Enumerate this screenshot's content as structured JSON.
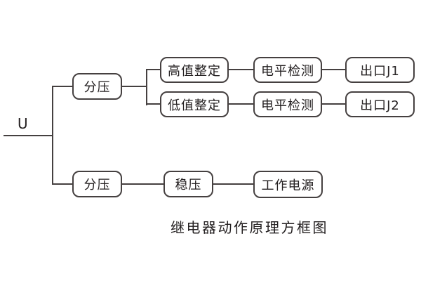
{
  "diagram": {
    "input_label": "U",
    "caption": "继电器动作原理方框图",
    "nodes": [
      {
        "id": "divider-top",
        "label": "分压"
      },
      {
        "id": "high-setting",
        "label": "高值整定"
      },
      {
        "id": "low-setting",
        "label": "低值整定"
      },
      {
        "id": "level-detect-1",
        "label": "电平检测"
      },
      {
        "id": "level-detect-2",
        "label": "电平检测"
      },
      {
        "id": "output-j1",
        "label": "出口J1"
      },
      {
        "id": "output-j2",
        "label": "出口J2"
      },
      {
        "id": "divider-bottom",
        "label": "分压"
      },
      {
        "id": "regulator",
        "label": "稳压"
      },
      {
        "id": "working-power",
        "label": "工作电源"
      }
    ],
    "colors": {
      "line": "#454040",
      "text": "#242021",
      "background": "#ffffff"
    }
  }
}
